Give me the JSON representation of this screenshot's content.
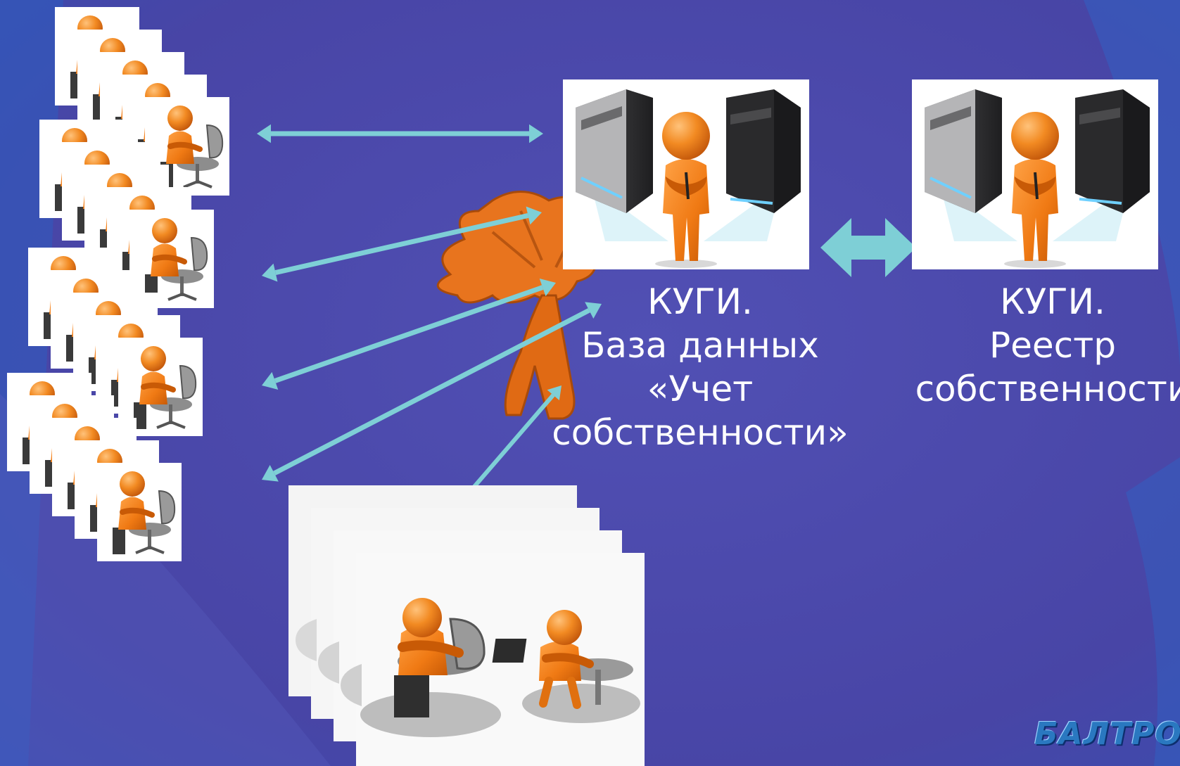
{
  "slide": {
    "background_color": "#4a47a8",
    "background_edge_color": "#2b4fb0",
    "arrow_color": "#7ecfd6"
  },
  "nodes": {
    "database": {
      "lines": [
        "КУГИ.",
        "База данных",
        "«Учет",
        "собственности»"
      ],
      "icon": "server-admin-icon"
    },
    "registry": {
      "lines": [
        "КУГИ.",
        "Реестр",
        "собственности"
      ],
      "icon": "server-admin-icon"
    },
    "remote_users": {
      "icon": "workstation-user-icon",
      "groups": 4
    },
    "local_users": {
      "icon": "office-users-icon"
    }
  },
  "logo": {
    "text": "БАЛТРОС"
  },
  "colors": {
    "figure_orange": "#f07a14",
    "figure_dark_orange": "#c85a06",
    "server_dark": "#2e2e30",
    "tree_orange": "#e8741e",
    "white_panel": "#ffffff",
    "label_text": "#ffffff"
  }
}
